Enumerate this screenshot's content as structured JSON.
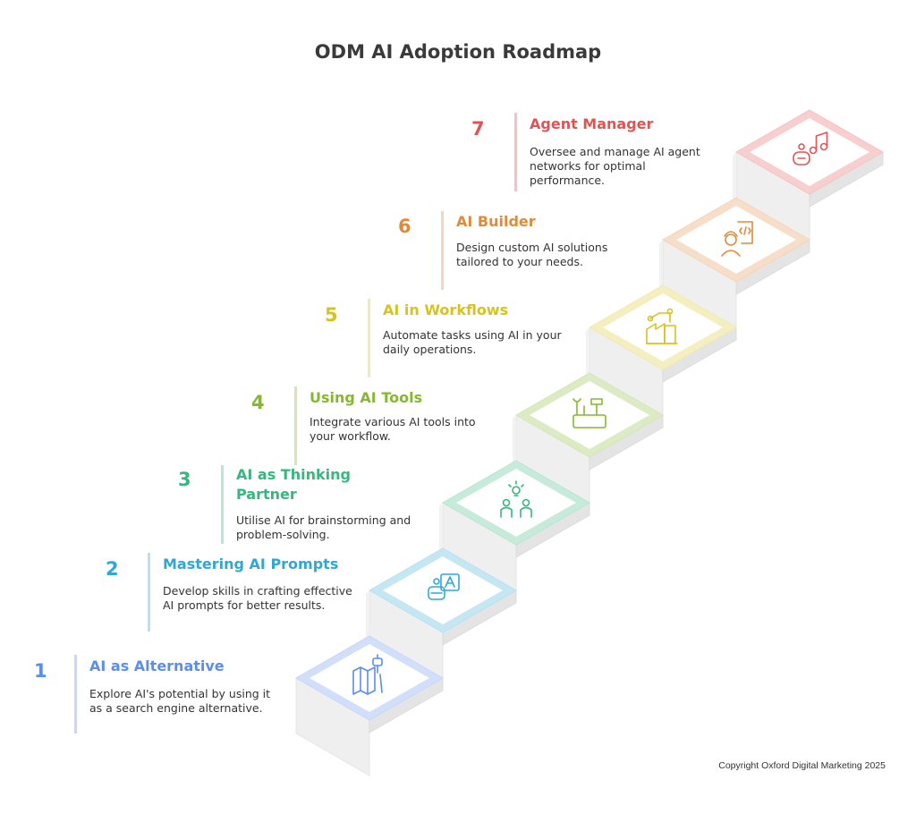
{
  "title": "ODM AI Adoption Roadmap",
  "steps": [
    {
      "number": "1",
      "title": "AI as Alternative",
      "description": "Explore AI's potential by using it as a search engine alternative.",
      "color": "#5b8def",
      "icon": "map-robot-icon"
    },
    {
      "number": "2",
      "title": "Mastering AI Prompts",
      "description": "Develop skills in crafting effective AI prompts for better results.",
      "color": "#2fa8d6",
      "icon": "robot-chat-icon"
    },
    {
      "number": "3",
      "title": "AI as Thinking Partner",
      "description": "Utilise AI for brainstorming and problem-solving.",
      "color": "#35b77d",
      "icon": "people-idea-icon"
    },
    {
      "number": "4",
      "title": "Using AI Tools",
      "description": "Integrate various AI tools into your workflow.",
      "color": "#86b82f",
      "icon": "toolbox-icon"
    },
    {
      "number": "5",
      "title": "AI in Workflows",
      "description": "Automate tasks using AI in your daily operations.",
      "color": "#d8c21f",
      "icon": "factory-robot-arm-icon"
    },
    {
      "number": "6",
      "title": "AI Builder",
      "description": "Design custom AI solutions tailored to your needs.",
      "color": "#e08a3a",
      "icon": "developer-icon"
    },
    {
      "number": "7",
      "title": "Agent Manager",
      "description": "Oversee and manage AI agent networks for optimal performance.",
      "color": "#e25454",
      "icon": "robot-music-icon"
    }
  ],
  "copyright": "Copyright Oxford Digital Marketing 2025"
}
